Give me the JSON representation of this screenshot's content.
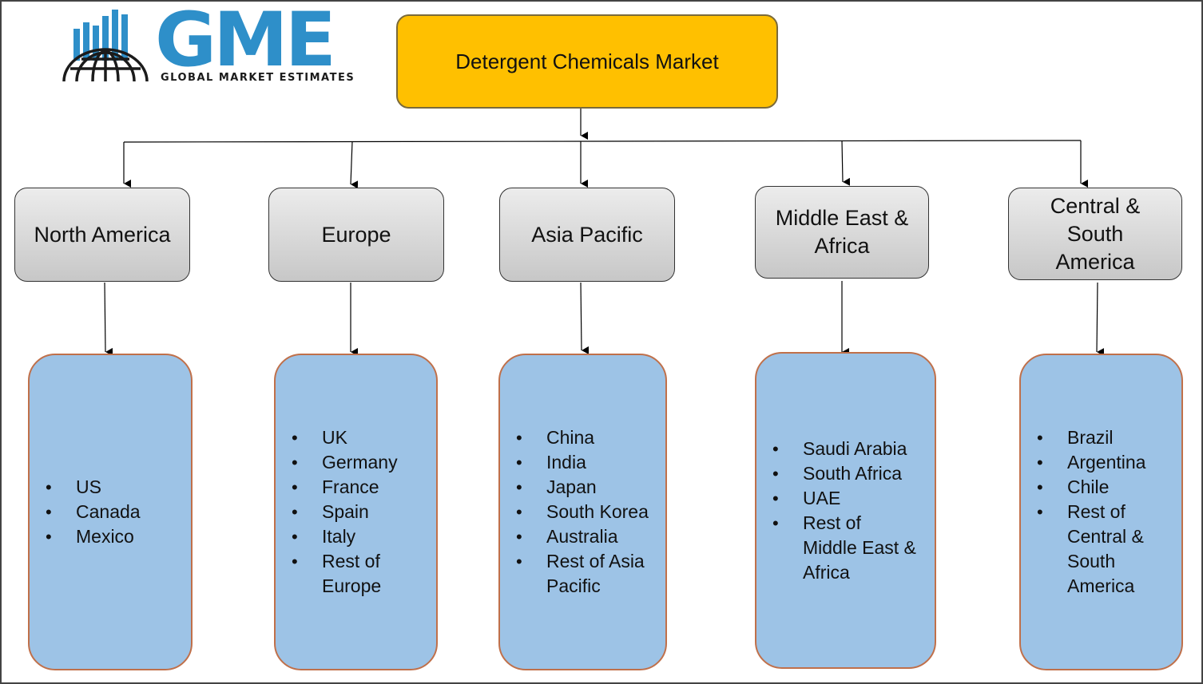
{
  "logo": {
    "name": "GME",
    "tagline": "GLOBAL MARKET ESTIMATES",
    "color": "#2e8fc9"
  },
  "root": {
    "label": "Detergent Chemicals Market",
    "color": "#ffc000"
  },
  "regions": [
    {
      "label": "North America",
      "countries": [
        "US",
        "Canada",
        "Mexico"
      ]
    },
    {
      "label": "Europe",
      "countries": [
        "UK",
        "Germany",
        "France",
        "Spain",
        "Italy",
        "Rest of",
        "Europe"
      ]
    },
    {
      "label": "Asia Pacific",
      "countries": [
        "China",
        "India",
        "Japan",
        "South Korea",
        "Australia",
        "Rest of Asia",
        "Pacific"
      ]
    },
    {
      "label": "Middle East & Africa",
      "countries": [
        "Saudi Arabia",
        "South Africa",
        "UAE",
        "Rest of",
        "Middle East &",
        "Africa"
      ]
    },
    {
      "label": "Central & South America",
      "countries": [
        "Brazil",
        "Argentina",
        "Chile",
        "Rest of",
        "Central &",
        "South",
        "America"
      ]
    }
  ],
  "colors": {
    "region_fill": "#d0d0d0",
    "country_fill": "#9dc3e6",
    "country_border": "#c0704a"
  }
}
